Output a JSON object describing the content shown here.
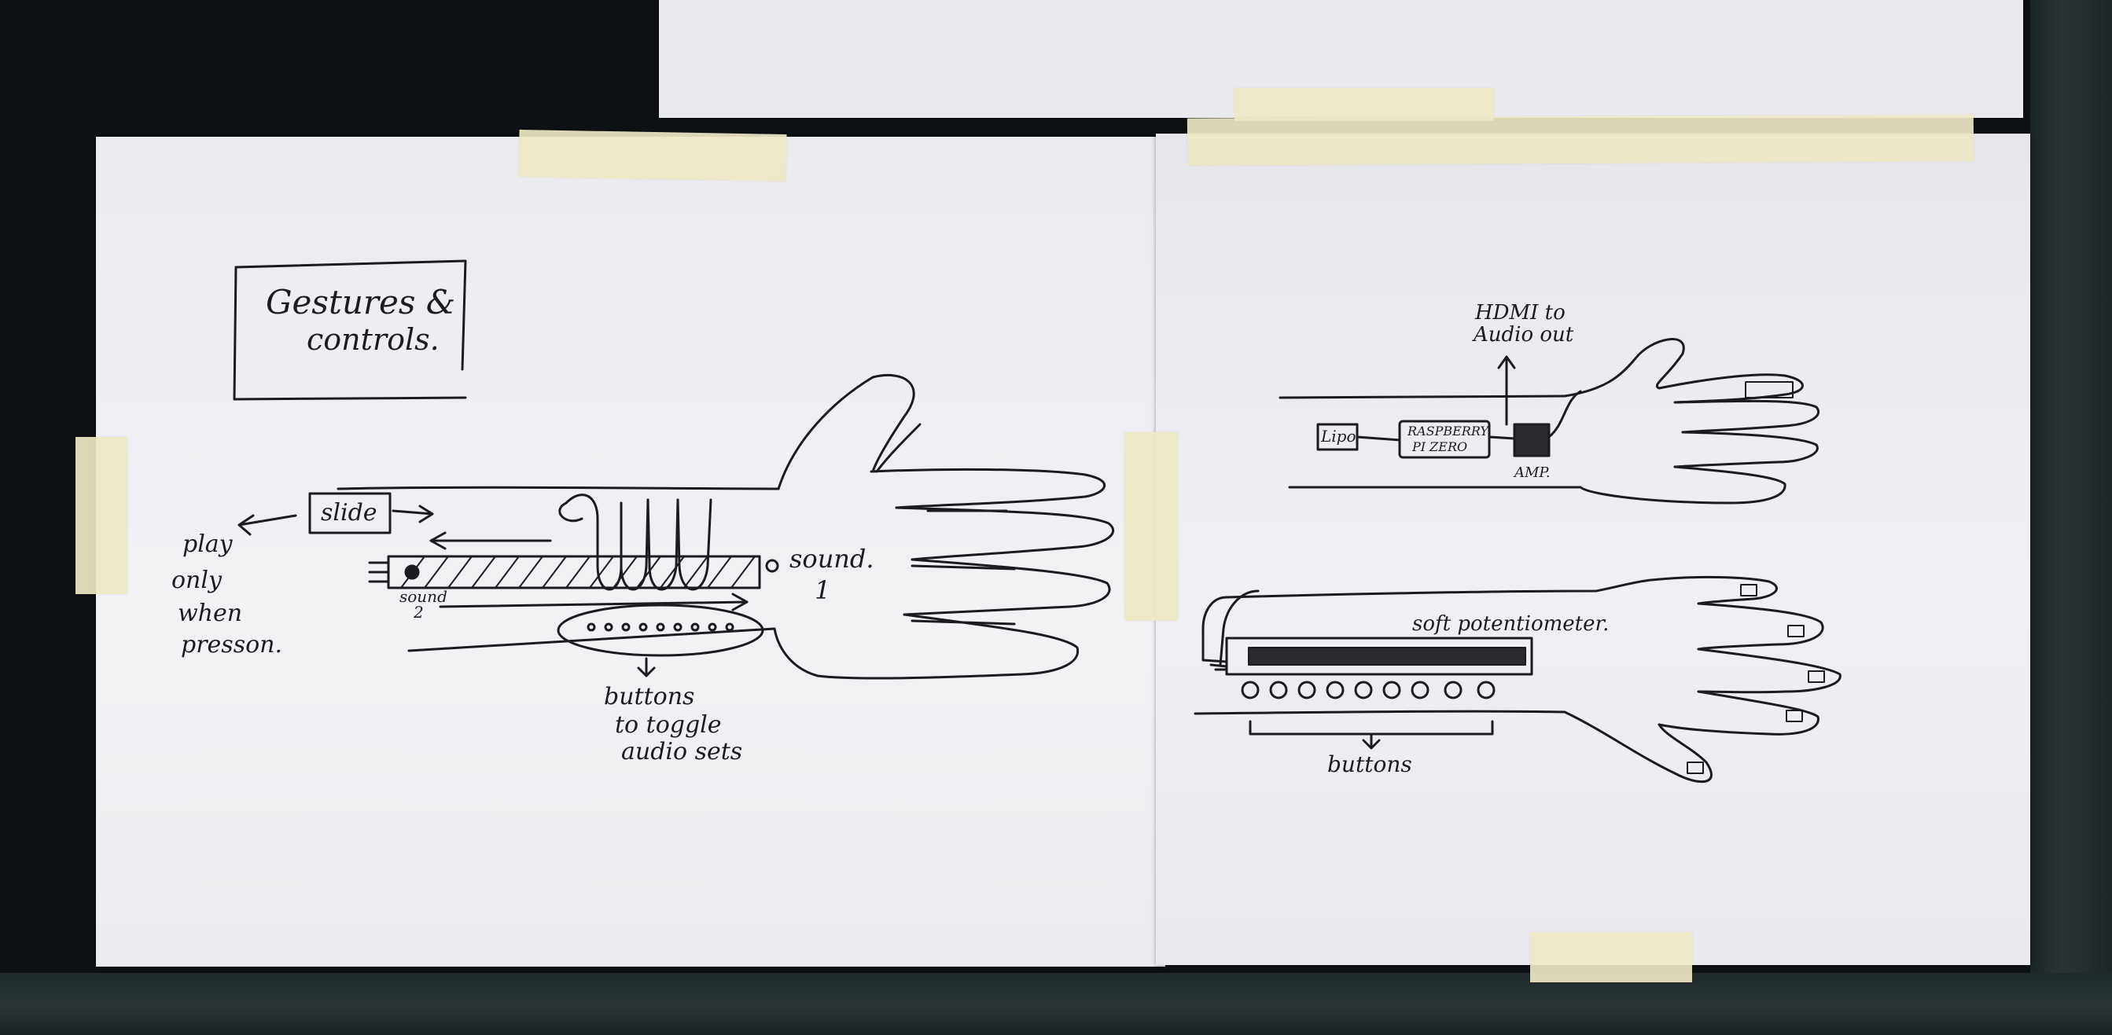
{
  "sheet_left": {
    "title_line1": "Gestures &",
    "title_line2": "controls.",
    "slide_label": "slide",
    "note_line1": "play",
    "note_line2": "only",
    "note_line3": "when",
    "note_line4": "presson.",
    "sound1_label": "sound.",
    "sound1_number": "1",
    "sound2_label": "sound",
    "sound2_number": "2",
    "buttons_line1": "buttons",
    "buttons_line2": "to toggle",
    "buttons_line3": "audio sets"
  },
  "sheet_right": {
    "hdmi_line1": "HDMI to",
    "hdmi_line2": "Audio out",
    "lipo_label": "Lipo",
    "pi_line1": "RASPBERRY",
    "pi_line2": "PI ZERO",
    "amp_label": "AMP.",
    "soft_pot_label": "soft potentiometer.",
    "buttons_label": "buttons"
  }
}
